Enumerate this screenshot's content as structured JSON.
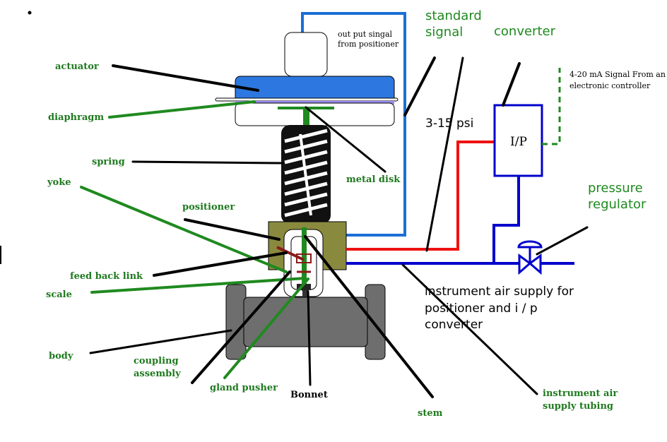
{
  "labels": {
    "actuator": "actuator",
    "diaphragm": "diaphragm",
    "spring": "spring",
    "yoke": "yoke",
    "positioner": "positioner",
    "feedback_link": "feed back link",
    "scale": "scale",
    "body": "body",
    "coupling_line1": "coupling",
    "coupling_line2": "assembly",
    "gland_pusher": "gland pusher",
    "bonnet": "Bonnet",
    "stem": "stem",
    "metal_disk": "metal disk",
    "output_line1": "out put singal",
    "output_line2": "from positioner",
    "standard_line1": "standard",
    "standard_line2": "signal",
    "converter": "converter",
    "signal_420_line1": "4-20 mA Signal From an",
    "signal_420_line2": "electronic controller",
    "psi": "3-15 psi",
    "ip": "I/P",
    "pressure_line1": "pressure",
    "pressure_line2": "regulator",
    "supply_line1": "instrument air supply for",
    "supply_line2": "positioner and i / p",
    "supply_line3": "converter",
    "tubing_line1": "instrument air",
    "tubing_line2": "supply tubing"
  },
  "colors": {
    "label_green": "#1f7a1f",
    "signal_blue": "#1a6fd6",
    "air_blue": "#0000cc",
    "signal_red": "#ee1111",
    "actuator_blue": "#2d78e0",
    "diaphragm_purple": "#9a8cf0",
    "positioner_olive": "#8a8a3e",
    "body_gray": "#6e6e6e"
  }
}
